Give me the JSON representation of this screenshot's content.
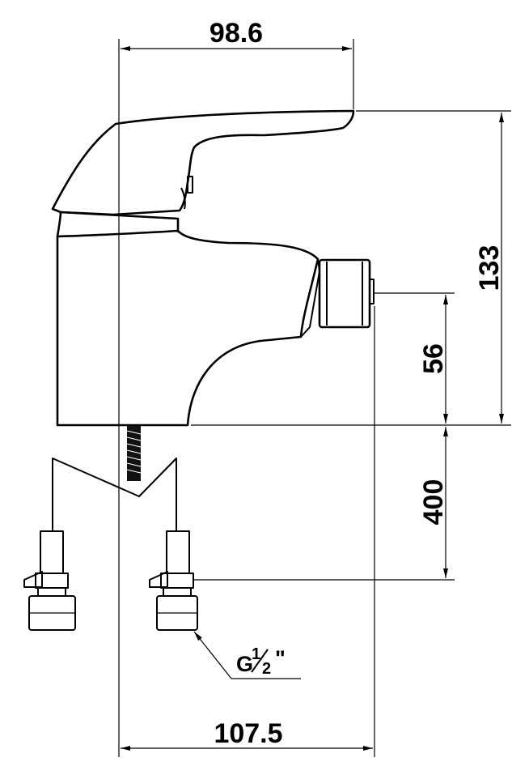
{
  "dimensions": {
    "top_width": "98.6",
    "total_height": "133",
    "inlet_height": "56",
    "hose_length": "400",
    "bottom_width": "107.5"
  },
  "thread": {
    "base": "G",
    "num": "1",
    "den": "2",
    "suffix": "\""
  }
}
